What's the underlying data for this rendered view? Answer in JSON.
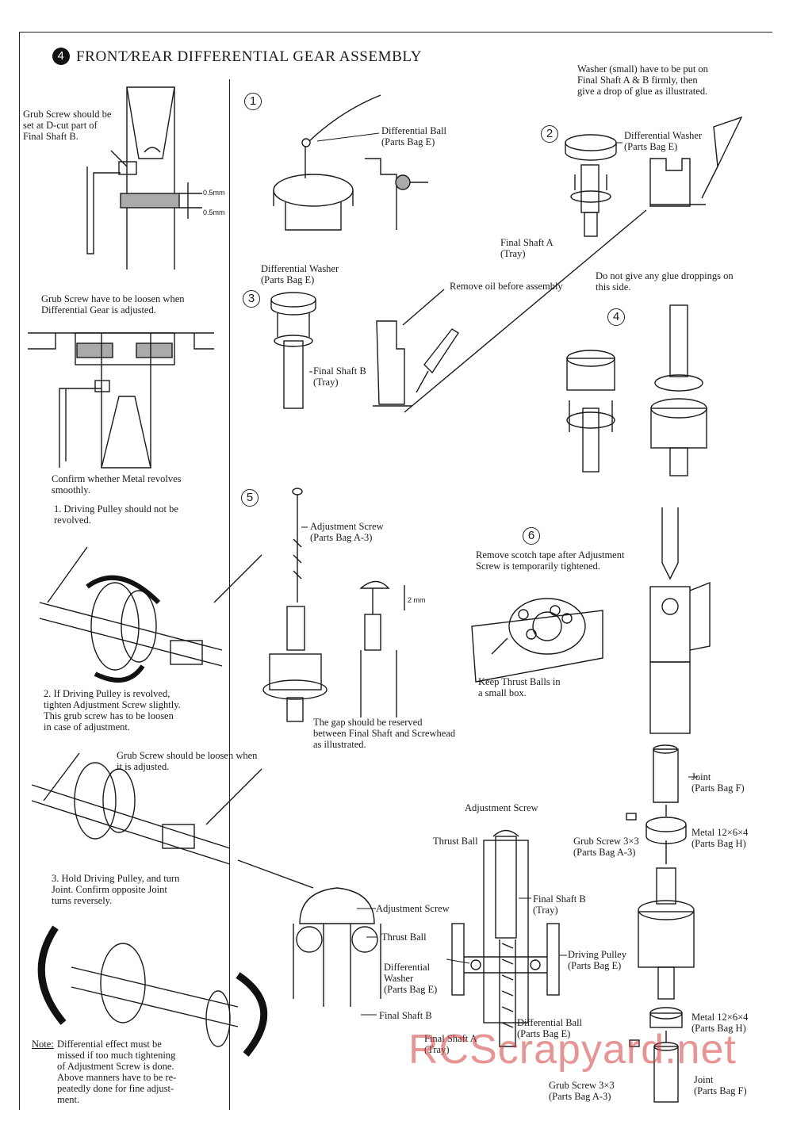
{
  "title": {
    "number": "4",
    "text": "FRONT∕REAR DIFFERENTIAL GEAR ASSEMBLY"
  },
  "left_column": {
    "grub_note": "Grub Screw should be\nset at D-cut part of\nFinal Shaft B.",
    "dim1": "0.5mm",
    "dim2": "0.5mm",
    "loosen_note": "Grub Screw have to be loosen when\nDifferential Gear is adjusted.",
    "confirm_note": "Confirm whether Metal revolves\nsmoothly.",
    "item1": "1. Driving Pulley should not be\n    revolved.",
    "item2": "2. If Driving Pulley is revolved,\n    tighten Adjustment Screw slightly.\n    This grub screw has to be loosen\n    in case of adjustment.",
    "grub_loosen_note": "Grub Screw should be loosen when\nit is adjusted.",
    "item3": "3. Hold Driving Pulley, and turn\n    Joint. Confirm opposite Joint\n    turns reversely.",
    "note_label": "Note:",
    "note_text": "Differential effect must be\nmissed if too much tightening\nof Adjustment Screw is done.\nAbove manners have to be re-\npeatedly done for fine adjust-\nment."
  },
  "steps": {
    "s1": "1",
    "s2": "2",
    "s3": "3",
    "s4": "4",
    "s5": "5",
    "s6": "6"
  },
  "right_area": {
    "diff_ball_1": "Differential Ball\n(Parts Bag E)",
    "washer_note": "Washer (small) have to be put on\nFinal Shaft A & B firmly, then\ngive a drop of glue as illustrated.",
    "diff_washer_2": "Differential Washer\n(Parts Bag E)",
    "final_shaft_a_2": "Final Shaft A\n(Tray)",
    "glue_note": "Do not give any glue droppings on\nthis side.",
    "diff_washer_3": "Differential Washer\n(Parts Bag E)",
    "remove_oil": "Remove oil before assembly",
    "final_shaft_b_3": "Final Shaft B\n(Tray)",
    "adj_screw_5": "Adjustment Screw\n(Parts Bag A-3)",
    "gap_dim": "2 mm",
    "gap_note": "The gap should be reserved\nbetween Final Shaft and Screwhead\nas illustrated.",
    "scotch_note": "Remove scotch tape after Adjustment\nScrew is temporarily tightened.",
    "keep_balls": "Keep Thrust Balls in\na small box.",
    "joint_top": "Joint\n(Parts Bag F)",
    "grub_top": "Grub Screw 3×3\n(Parts Bag A-3)",
    "metal_top": "Metal 12×6×4\n(Parts Bag H)",
    "adj_screw_big": "Adjustment Screw",
    "thrust_ball_big": "Thrust Ball",
    "adj_screw_cs": "Adjustment Screw",
    "thrust_ball_cs": "Thrust Ball",
    "diff_washer_cs": "Differential\nWasher\n(Parts Bag E)",
    "final_shaft_b_cs": "Final Shaft B",
    "final_shaft_b_big": "Final Shaft B\n(Tray)",
    "driving_pulley": "Driving Pulley\n(Parts Bag E)",
    "diff_ball_big": "Differential Ball\n(Parts Bag E)",
    "final_shaft_a_big": "Final Shaft A\n(Tray)",
    "metal_bottom": "Metal 12×6×4\n(Parts Bag H)",
    "grub_bottom": "Grub Screw 3×3\n(Parts Bag A-3)",
    "joint_bottom": "Joint\n(Parts Bag F)"
  },
  "watermark": "RCScrapyard.net"
}
